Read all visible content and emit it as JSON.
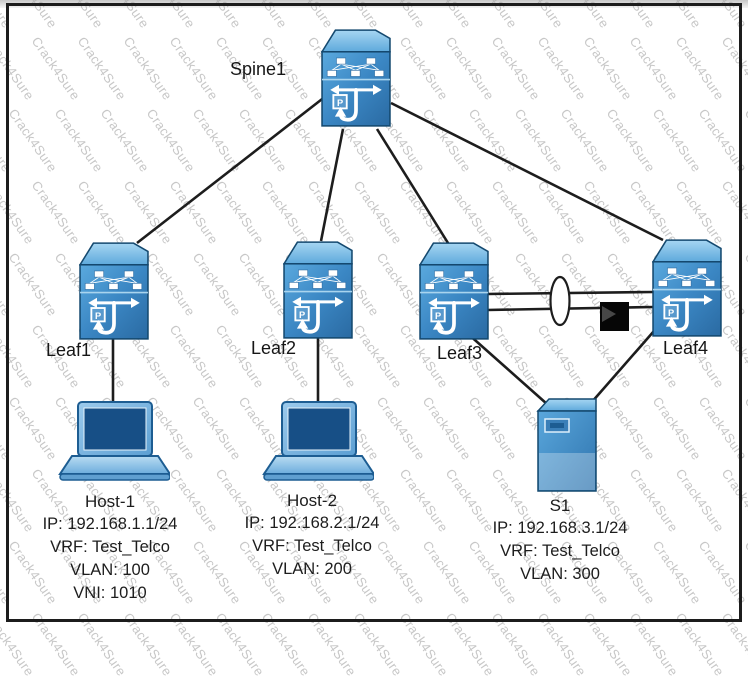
{
  "watermark": {
    "text": "Crack4Sure"
  },
  "diagram": {
    "spine": {
      "label": "Spine1"
    },
    "leaves": [
      {
        "label": "Leaf1"
      },
      {
        "label": "Leaf2"
      },
      {
        "label": "Leaf3"
      },
      {
        "label": "Leaf4"
      }
    ],
    "endpoints": [
      {
        "label": "Host-1",
        "type": "laptop",
        "info": [
          "IP: 192.168.1.1/24",
          "VRF: Test_Telco",
          "VLAN: 100",
          "VNI: 1010"
        ]
      },
      {
        "label": "Host-2",
        "type": "laptop",
        "info": [
          "IP: 192.168.2.1/24",
          "VRF: Test_Telco",
          "VLAN: 200"
        ]
      },
      {
        "label": "S1",
        "type": "server",
        "info": [
          "IP: 192.168.3.1/24",
          "VRF: Test_Telco",
          "VLAN: 300"
        ]
      }
    ],
    "links": [
      {
        "from": "Spine1",
        "to": "Leaf1"
      },
      {
        "from": "Spine1",
        "to": "Leaf2"
      },
      {
        "from": "Spine1",
        "to": "Leaf3"
      },
      {
        "from": "Spine1",
        "to": "Leaf4"
      },
      {
        "from": "Leaf1",
        "to": "Host-1"
      },
      {
        "from": "Leaf2",
        "to": "Host-2"
      },
      {
        "from": "Leaf3",
        "to": "Leaf4",
        "note": "dual link through port-channel ellipse with black square marker"
      },
      {
        "from": "Leaf3",
        "to": "S1"
      },
      {
        "from": "Leaf4",
        "to": "S1"
      }
    ]
  },
  "colors": {
    "line": "#1d1d1d",
    "switch_blue": "#3b87c4",
    "watermark_gray": "#a4a4a4"
  }
}
